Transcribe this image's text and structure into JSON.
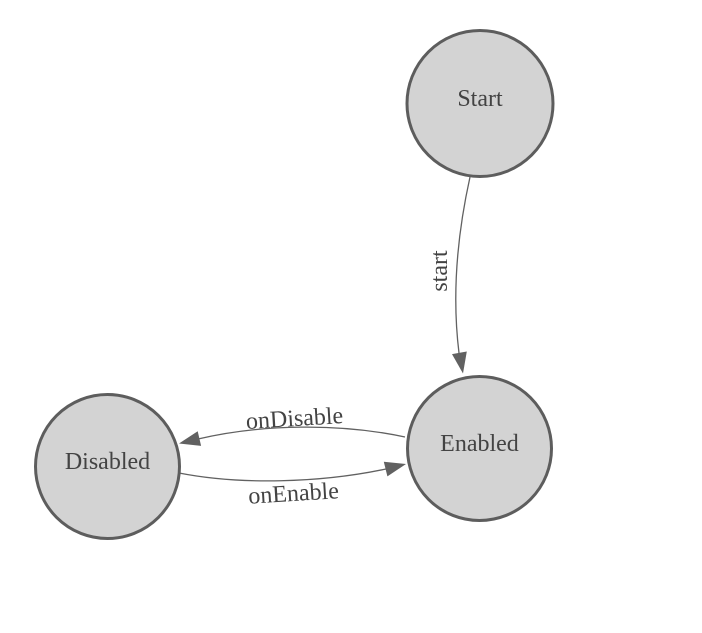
{
  "diagram": {
    "kind": "state-machine",
    "background_color": "#ffffff",
    "node_fill_color": "#d3d3d3",
    "node_border_color": "#5d5d5d",
    "edge_color": "#616161",
    "text_color": "#434343",
    "nodes": [
      {
        "id": "start",
        "label": "Start"
      },
      {
        "id": "enabled",
        "label": "Enabled"
      },
      {
        "id": "disabled",
        "label": "Disabled"
      }
    ],
    "edges": [
      {
        "from": "start",
        "to": "enabled",
        "label": "start"
      },
      {
        "from": "enabled",
        "to": "disabled",
        "label": "onDisable"
      },
      {
        "from": "disabled",
        "to": "enabled",
        "label": "onEnable"
      }
    ]
  }
}
